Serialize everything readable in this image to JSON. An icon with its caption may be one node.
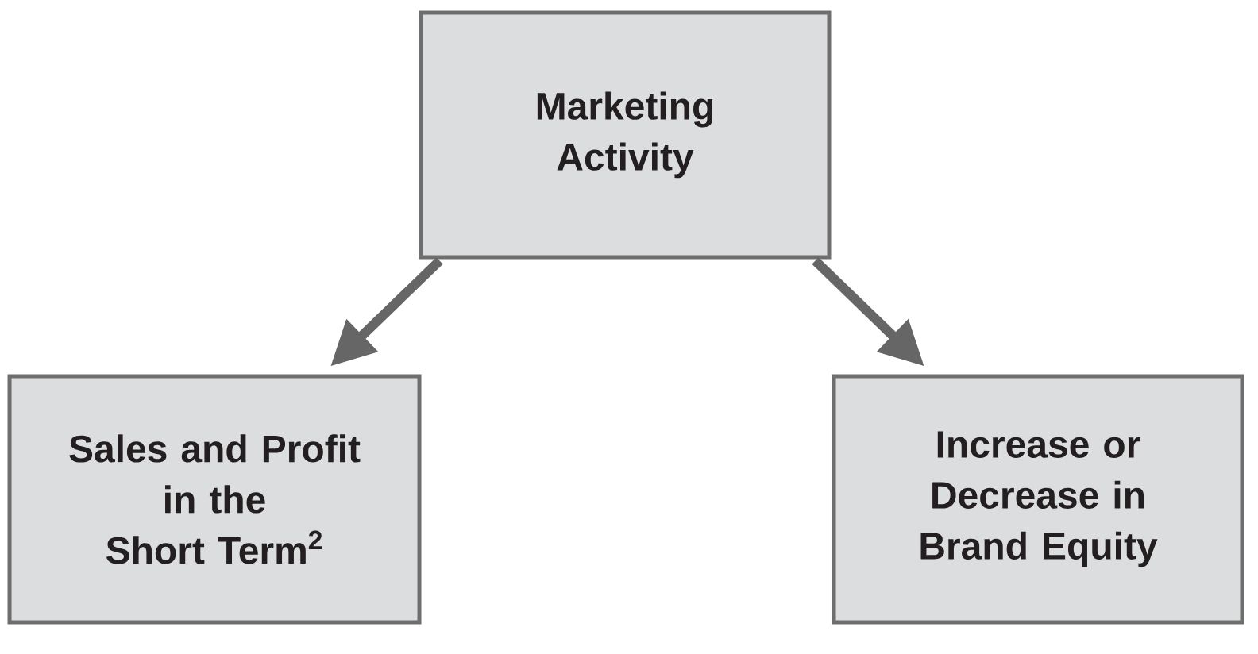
{
  "diagram": {
    "nodes": [
      {
        "text": [
          "Marketing Activity"
        ]
      },
      {
        "text": [
          "Sales and Profit in the Short Term$^{2}$"
        ]
      },
      {
        "text": [
          "Increase or Decrease in Brand Equity"
        ]
      }
    ],
    "edges": [
      {
        "from": 0,
        "to": 1,
        "arrow": "to"
      },
      {
        "from": 0,
        "to": 2,
        "arrow": "to"
      }
    ]
  }
}
